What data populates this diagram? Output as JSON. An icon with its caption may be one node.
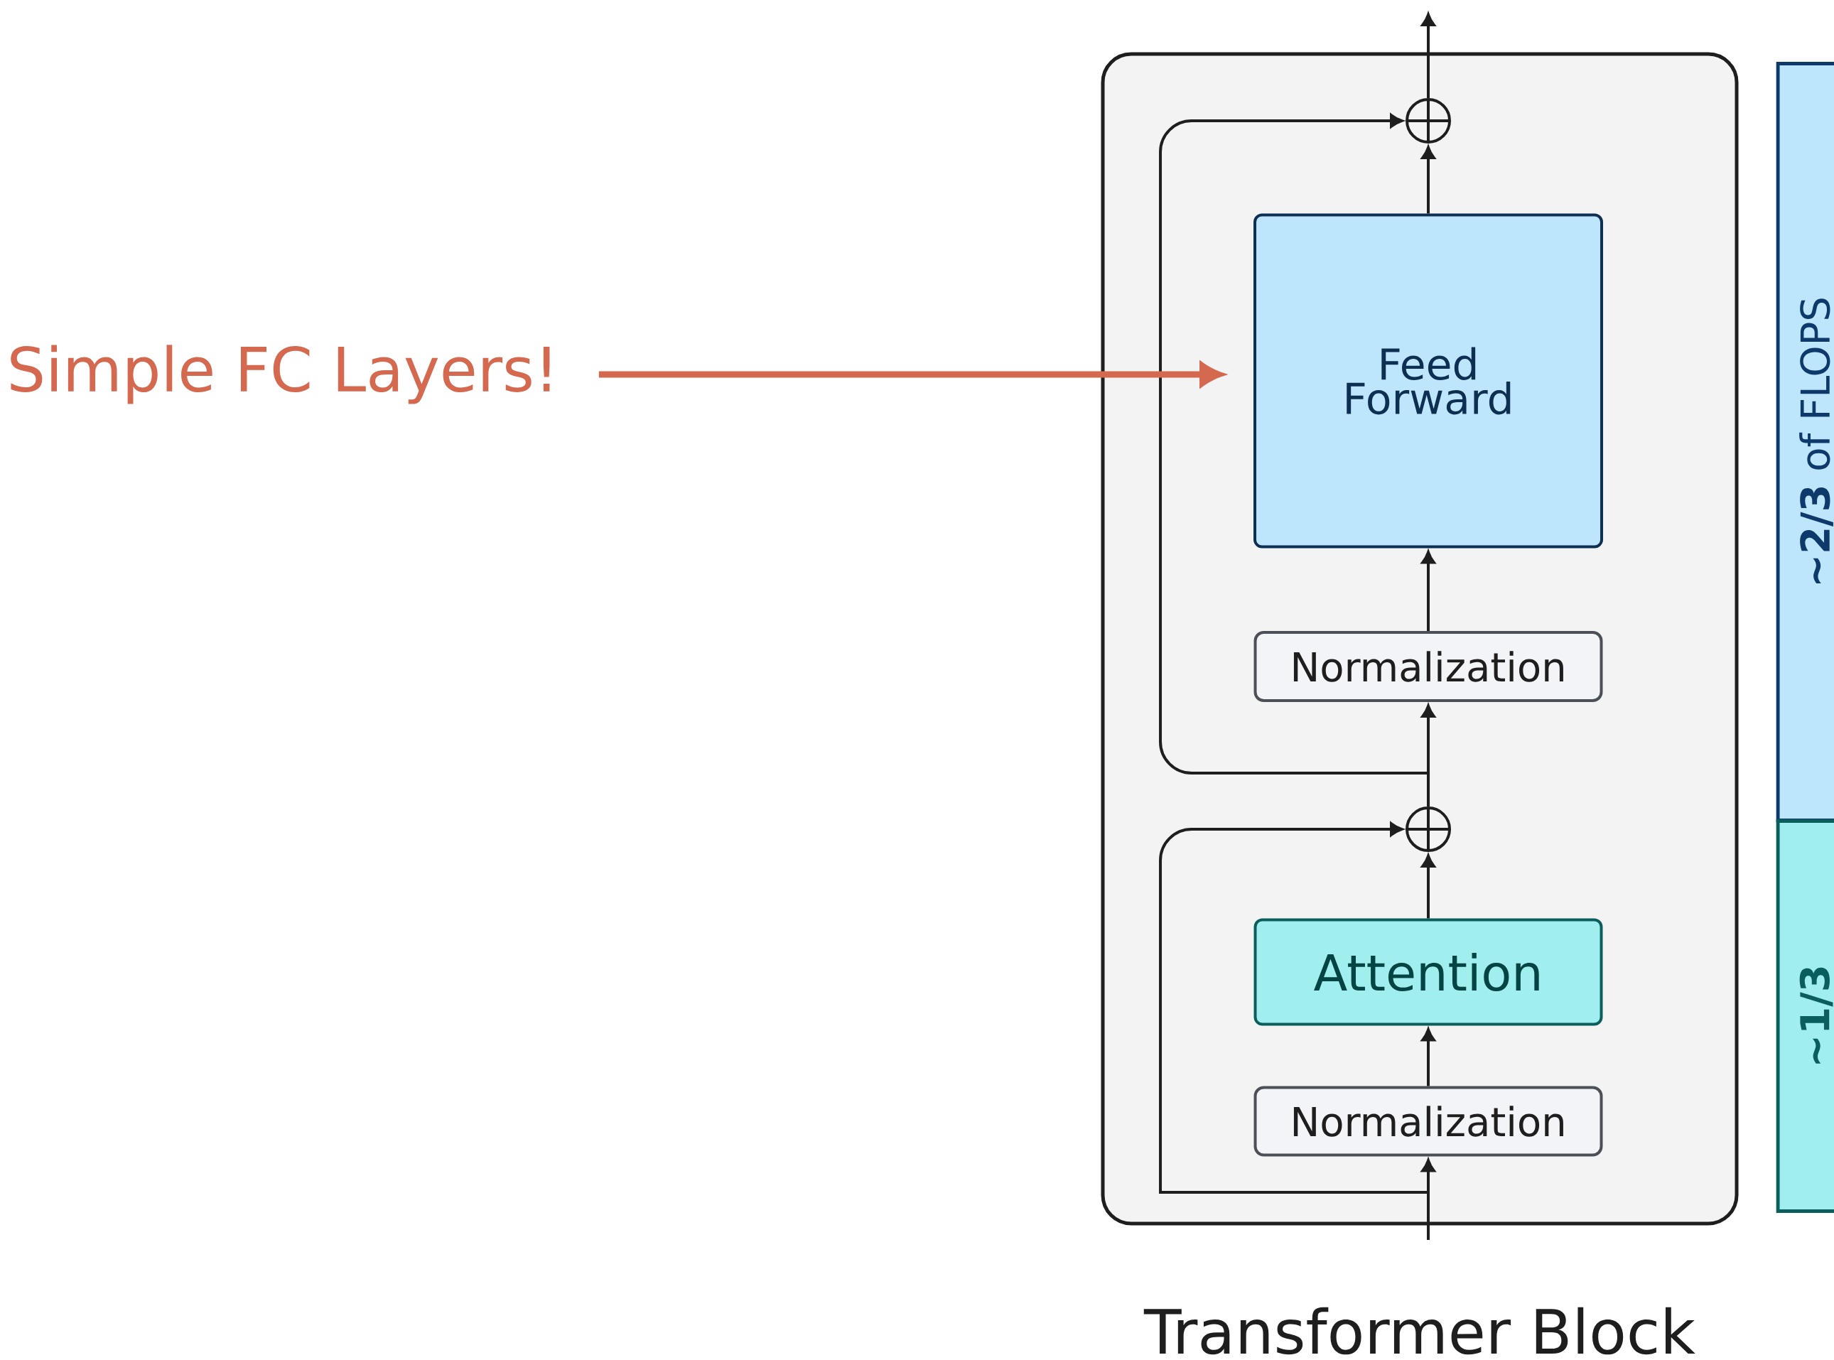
{
  "diagram": {
    "nodes": [
      {
        "text": [
          "Transformer Block"
        ]
      },
      {
        "text": [
          "Feed Forward"
        ],
        "in": 0
      },
      {
        "text": [
          "Normalization"
        ],
        "in": 0
      },
      {
        "text": [
          "Attention"
        ],
        "in": 0
      },
      {
        "text": [
          "Normalization"
        ],
        "in": 0
      },
      {
        "text": [],
        "shape": "circle",
        "in": 0
      },
      {
        "text": [],
        "shape": "circle",
        "in": 0
      },
      {
        "text": [
          "Simple FC Layers!"
        ]
      },
      {
        "text": [
          "**~2/3** of FLOPS"
        ]
      },
      {
        "text": [
          "~1/3"
        ]
      }
    ],
    "edges": [
      {
        "from": null,
        "to": 4,
        "arrow": "to"
      },
      {
        "from": 4,
        "to": 3,
        "arrow": "to"
      },
      {
        "from": 3,
        "to": 6,
        "arrow": "to"
      },
      {
        "from": null,
        "to": 6,
        "arrow": "to"
      },
      {
        "from": 6,
        "to": 2,
        "arrow": "to"
      },
      {
        "from": 6,
        "to": 5,
        "arrow": "to"
      },
      {
        "from": 2,
        "to": 1,
        "arrow": "to"
      },
      {
        "from": 1,
        "to": 5,
        "arrow": "to"
      },
      {
        "from": 5,
        "to": null,
        "arrow": "to"
      },
      {
        "from": 7,
        "to": 1,
        "arrow": "to",
        "style": "thick",
        "color": "#d4694f"
      }
    ]
  }
}
